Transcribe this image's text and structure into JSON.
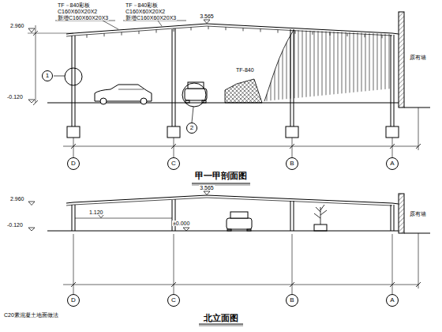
{
  "diagram": {
    "nodes": [
      {
        "text": [
          "D"
        ]
      },
      {
        "text": [
          "C"
        ]
      },
      {
        "text": [
          "B"
        ]
      },
      {
        "text": [
          "A"
        ]
      },
      {
        "text": [
          "1"
        ]
      },
      {
        "text": [
          "2"
        ]
      },
      {
        "text": [
          "D"
        ]
      },
      {
        "text": [
          "C"
        ]
      },
      {
        "text": [
          "B"
        ]
      },
      {
        "text": [
          "A"
        ]
      }
    ],
    "labels": [
      "TF－840彩板",
      "C160X60X20X2",
      "新增C160X60X20X3",
      "TF－840彩板",
      "C160X60X20X2",
      "新增C160X60X20X3",
      "2.960",
      "3.565",
      "-0.120",
      "TF-840",
      "原有墙",
      "甲一甲剖面图",
      "2.960",
      "3.565",
      "-0.120",
      "1.120",
      "±0.000",
      "原有墙",
      "北立面图",
      "C20素混凝土地面做法"
    ]
  }
}
